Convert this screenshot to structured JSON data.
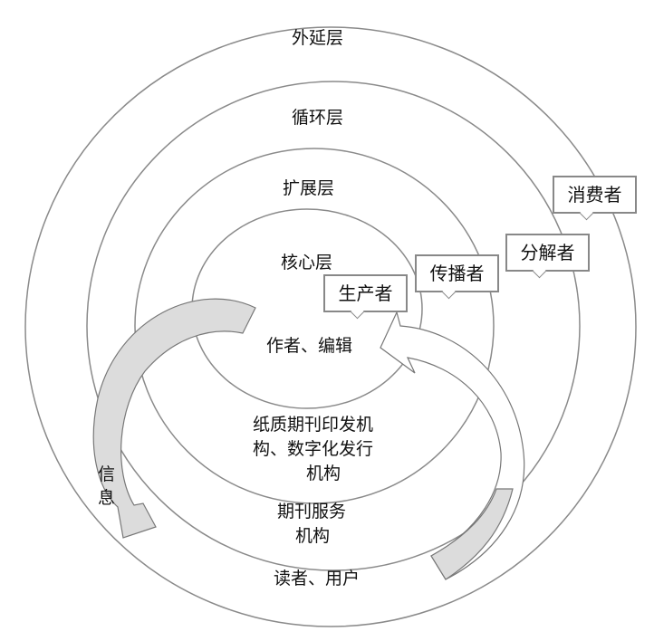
{
  "layers": {
    "outer": "外延层",
    "cycle": "循环层",
    "extension": "扩展层",
    "core": "核心层"
  },
  "roles": {
    "consumer": "消费者",
    "decomposer": "分解者",
    "disseminator": "传播者",
    "producer": "生产者"
  },
  "actors": {
    "core": "作者、编辑",
    "extension_line1": "纸质期刊印发机",
    "extension_line2": "构、数字化发行",
    "extension_line3": "机构",
    "cycle_line1": "期刊服务",
    "cycle_line2": "机构",
    "outer": "读者、用户"
  },
  "flow": {
    "info_char1": "信",
    "info_char2": "息"
  },
  "colors": {
    "line": "#8a8a8a",
    "arrow_fill": "#dcdcdc"
  }
}
